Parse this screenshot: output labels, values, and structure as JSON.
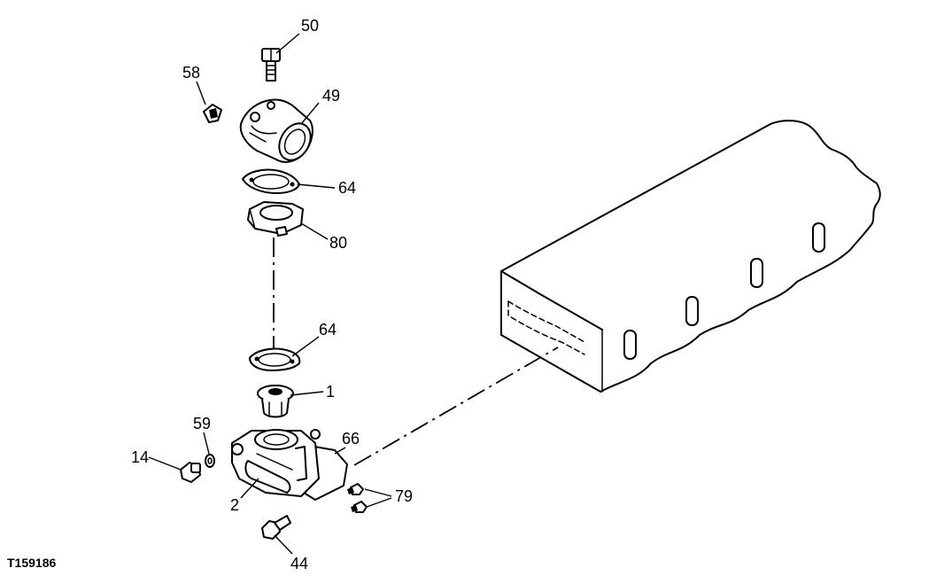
{
  "figure_id": "T159186",
  "callouts": {
    "c50": "50",
    "c58": "58",
    "c49": "49",
    "c64_upper": "64",
    "c80": "80",
    "c64_lower": "64",
    "c1": "1",
    "c59": "59",
    "c66": "66",
    "c14": "14",
    "c2": "2",
    "c79": "79",
    "c44": "44"
  },
  "colors": {
    "ink": "#000000",
    "paper": "#ffffff"
  }
}
